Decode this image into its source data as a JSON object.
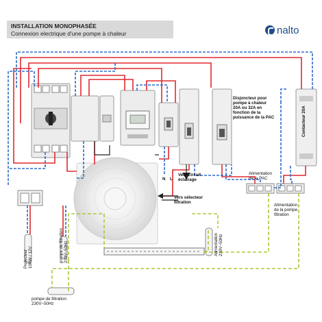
{
  "header": {
    "title": "INSTALLATION MONOPHASÉE",
    "subtitle": "Connexion electrique d'une pompe à chaleur"
  },
  "logo": {
    "text": "nalto",
    "icon": "nalto-logo-icon"
  },
  "labels": {
    "disjoncteur": [
      "Disjoncteur pour",
      "pompe à chaleur",
      "20A ou 32A en",
      "fonction de la",
      "puissance de la PAC"
    ],
    "contacteur": "Contacteur 20A",
    "circuit_eclairage": [
      "Vers circuit",
      "éclairage"
    ],
    "selecteur": [
      "Vers sélecteur",
      "filtration"
    ],
    "alim_pac": [
      "Alimentation",
      "de la PAC"
    ],
    "alim_pompe": [
      "Alimentation",
      "de la pompe",
      "filtration"
    ],
    "projecteur": [
      "Projecteur",
      "100W / 12V"
    ],
    "pompe_left": [
      "pompe de filtration",
      "230V~50Hz"
    ],
    "alimentation_230": [
      "Alimentation",
      "230V~50Hz"
    ],
    "pompe_bottom": [
      "pompe de filtration",
      "230V~50Hz"
    ],
    "n_label": "N",
    "l_label": "L"
  },
  "colors": {
    "phase": "#e0282e",
    "neutral": "#2d6bc9",
    "earth": "#a8c93a",
    "control": "#222222",
    "header_bg": "#d9d9d9",
    "brand": "#1f4e8c"
  }
}
